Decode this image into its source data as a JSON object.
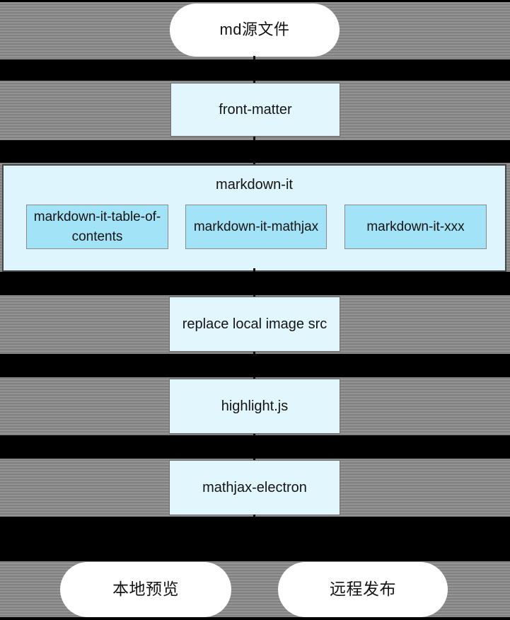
{
  "diagram": {
    "type": "flowchart",
    "nodes": {
      "md_source": {
        "label": "md源文件",
        "shape": "pill"
      },
      "front_matter": {
        "label": "front-matter",
        "shape": "box"
      },
      "markdown_it": {
        "label": "markdown-it",
        "shape": "container",
        "plugins": [
          {
            "label": "markdown-it-table-of-contents"
          },
          {
            "label": "markdown-it-mathjax"
          },
          {
            "label": "markdown-it-xxx"
          }
        ]
      },
      "replace_local_image_src": {
        "label": "replace local image src",
        "shape": "box"
      },
      "highlight_js": {
        "label": "highlight.js",
        "shape": "box"
      },
      "mathjax_electron": {
        "label": "mathjax-electron",
        "shape": "box"
      },
      "local_preview": {
        "label": "本地预览",
        "shape": "pill"
      },
      "remote_publish": {
        "label": "远程发布",
        "shape": "pill"
      }
    },
    "colors": {
      "background_gray": "#8b8b8b",
      "band_black": "#000000",
      "box_fill": "#e2f7fd",
      "container_fill": "#dff5fd",
      "plugin_fill": "#a3e3f7",
      "pill_fill": "#ffffff",
      "box_border": "#6f6f6f",
      "plugin_border": "#8b8b8b",
      "container_border": "#474747",
      "text": "#141414"
    }
  }
}
